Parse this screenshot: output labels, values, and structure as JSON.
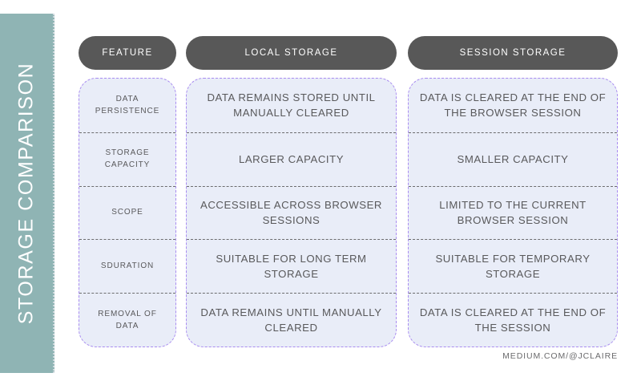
{
  "sidebar": {
    "title": "STORAGE COMPARISON",
    "background_color": "#8fb4b4"
  },
  "theme": {
    "pill_color": "#585858",
    "cell_background": "#e9edf8",
    "card_border_color": "#a98cf0",
    "divider_color": "#6c6c6e",
    "text_color": "#59595b"
  },
  "table": {
    "columns": [
      {
        "header": "FEATURE"
      },
      {
        "header": "LOCAL STORAGE"
      },
      {
        "header": "SESSION STORAGE"
      }
    ],
    "rows": [
      {
        "feature": "DATA PERSISTENCE",
        "local_storage": "DATA REMAINS STORED UNTIL MANUALLY CLEARED",
        "session_storage": "DATA IS CLEARED AT THE END OF THE BROWSER SESSION"
      },
      {
        "feature": "STORAGE CAPACITY",
        "local_storage": "LARGER CAPACITY",
        "session_storage": "SMALLER CAPACITY"
      },
      {
        "feature": "SCOPE",
        "local_storage": "ACCESSIBLE ACROSS BROWSER SESSIONS",
        "session_storage": "LIMITED TO THE CURRENT BROWSER SESSION"
      },
      {
        "feature": "SDURATION",
        "local_storage": "SUITABLE FOR LONG TERM STORAGE",
        "session_storage": "SUITABLE FOR TEMPORARY STORAGE"
      },
      {
        "feature": "REMOVAL OF DATA",
        "local_storage": "DATA REMAINS UNTIL MANUALLY CLEARED",
        "session_storage": "DATA IS CLEARED AT THE END OF THE SESSION"
      }
    ]
  },
  "footer": {
    "credit": "MEDIUM.COM/@JCLAIRE"
  }
}
